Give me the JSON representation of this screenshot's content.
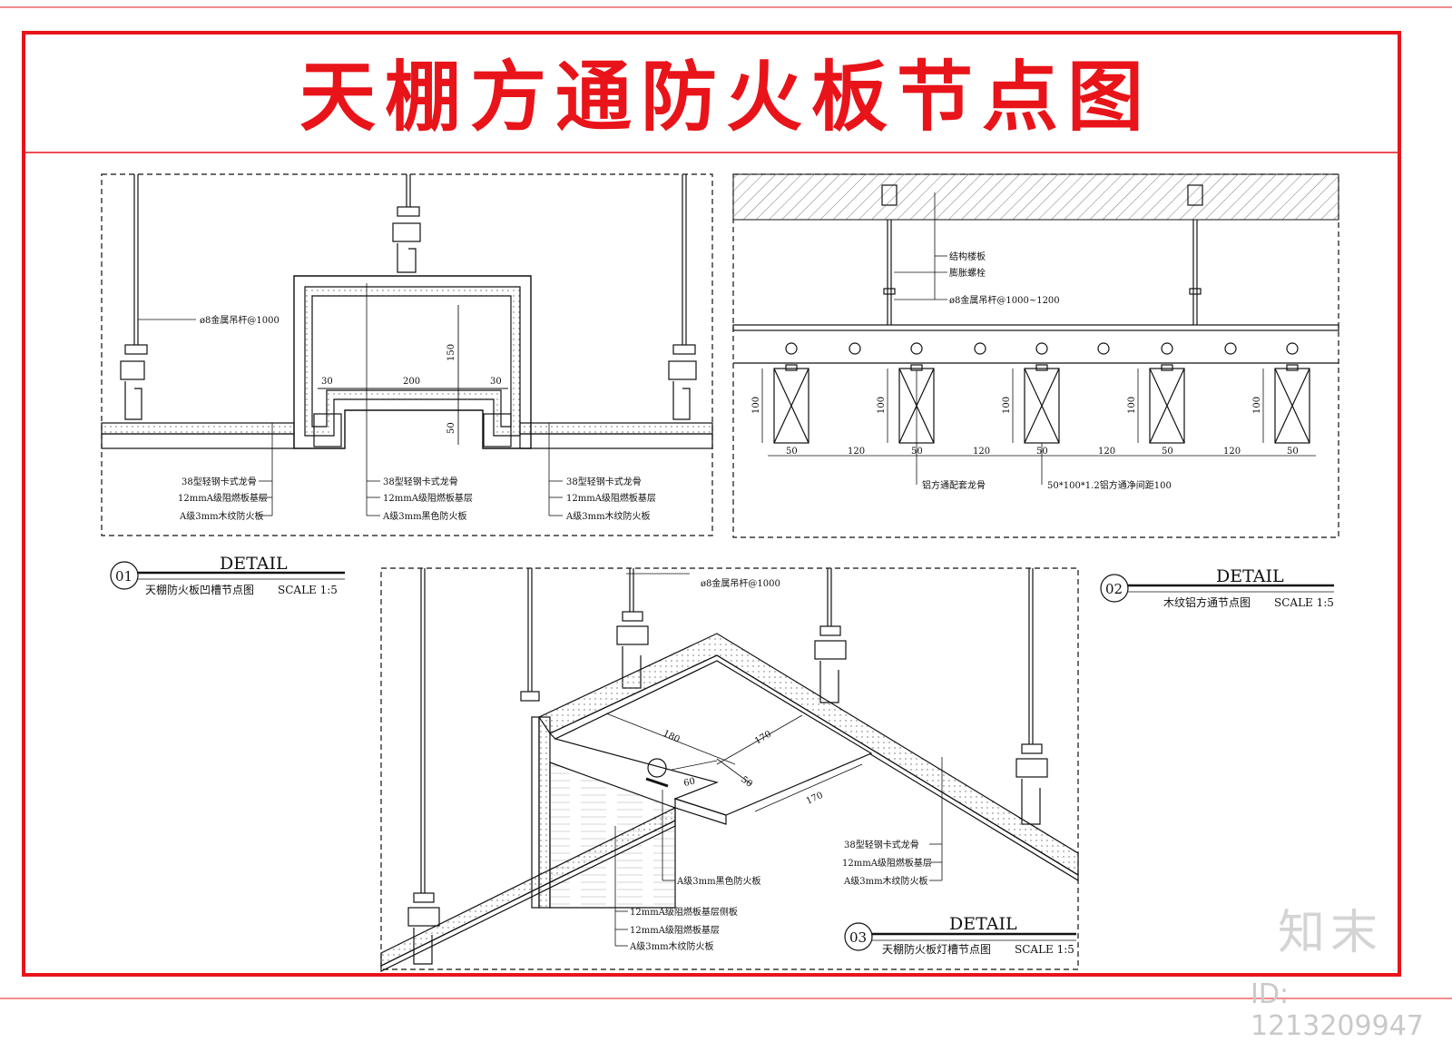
{
  "title": "天棚方通防火板节点图",
  "watermark": {
    "logo": "知末",
    "id": "ID: 1213209947"
  },
  "colors": {
    "frame": "#e8141a",
    "line": "#111111"
  },
  "detail1": {
    "header": "DETAIL",
    "number": "01",
    "caption": "天棚防火板凹槽节点图",
    "scale": "SCALE 1:5",
    "rod_label": "ø8金属吊杆@1000",
    "dims": {
      "side_left": "30",
      "middle": "200",
      "side_right": "30",
      "height": "150",
      "base": "50"
    },
    "left_callouts": [
      "38型轻钢卡式龙骨",
      "12mmA级阻燃板基层",
      "A级3mm木纹防火板"
    ],
    "mid_callouts": [
      "38型轻钢卡式龙骨",
      "12mmA级阻燃板基层",
      "A级3mm黑色防火板"
    ],
    "right_callouts": [
      "38型轻钢卡式龙骨",
      "12mmA级阻燃板基层",
      "A级3mm木纹防火板"
    ]
  },
  "detail2": {
    "header": "DETAIL",
    "number": "02",
    "caption": "木纹铝方通节点图",
    "scale": "SCALE 1:5",
    "callouts": [
      "结构楼板",
      "膨胀螺栓",
      "ø8金属吊杆@1000~1200"
    ],
    "height_dim": "100",
    "width_dims": [
      "50",
      "120",
      "50",
      "120",
      "50",
      "120",
      "50",
      "120",
      "50"
    ],
    "bottom_labels": [
      "铝方通配套龙骨",
      "50*100*1.2铝方通净间距100"
    ]
  },
  "detail3": {
    "header": "DETAIL",
    "number": "03",
    "caption": "天棚防火板灯槽节点图",
    "scale": "SCALE 1:5",
    "rod_label": "ø8金属吊杆@1000",
    "dims": [
      "180",
      "170",
      "60",
      "50",
      "170"
    ],
    "right_callouts": [
      "38型轻钢卡式龙骨",
      "12mmA级阻燃板基层",
      "A级3mm木纹防火板"
    ],
    "mid_callout": "A级3mm黑色防火板",
    "left_callouts": [
      "12mmA级阻燃板基层侧板",
      "12mmA级阻燃板基层",
      "A级3mm木纹防火板"
    ]
  }
}
